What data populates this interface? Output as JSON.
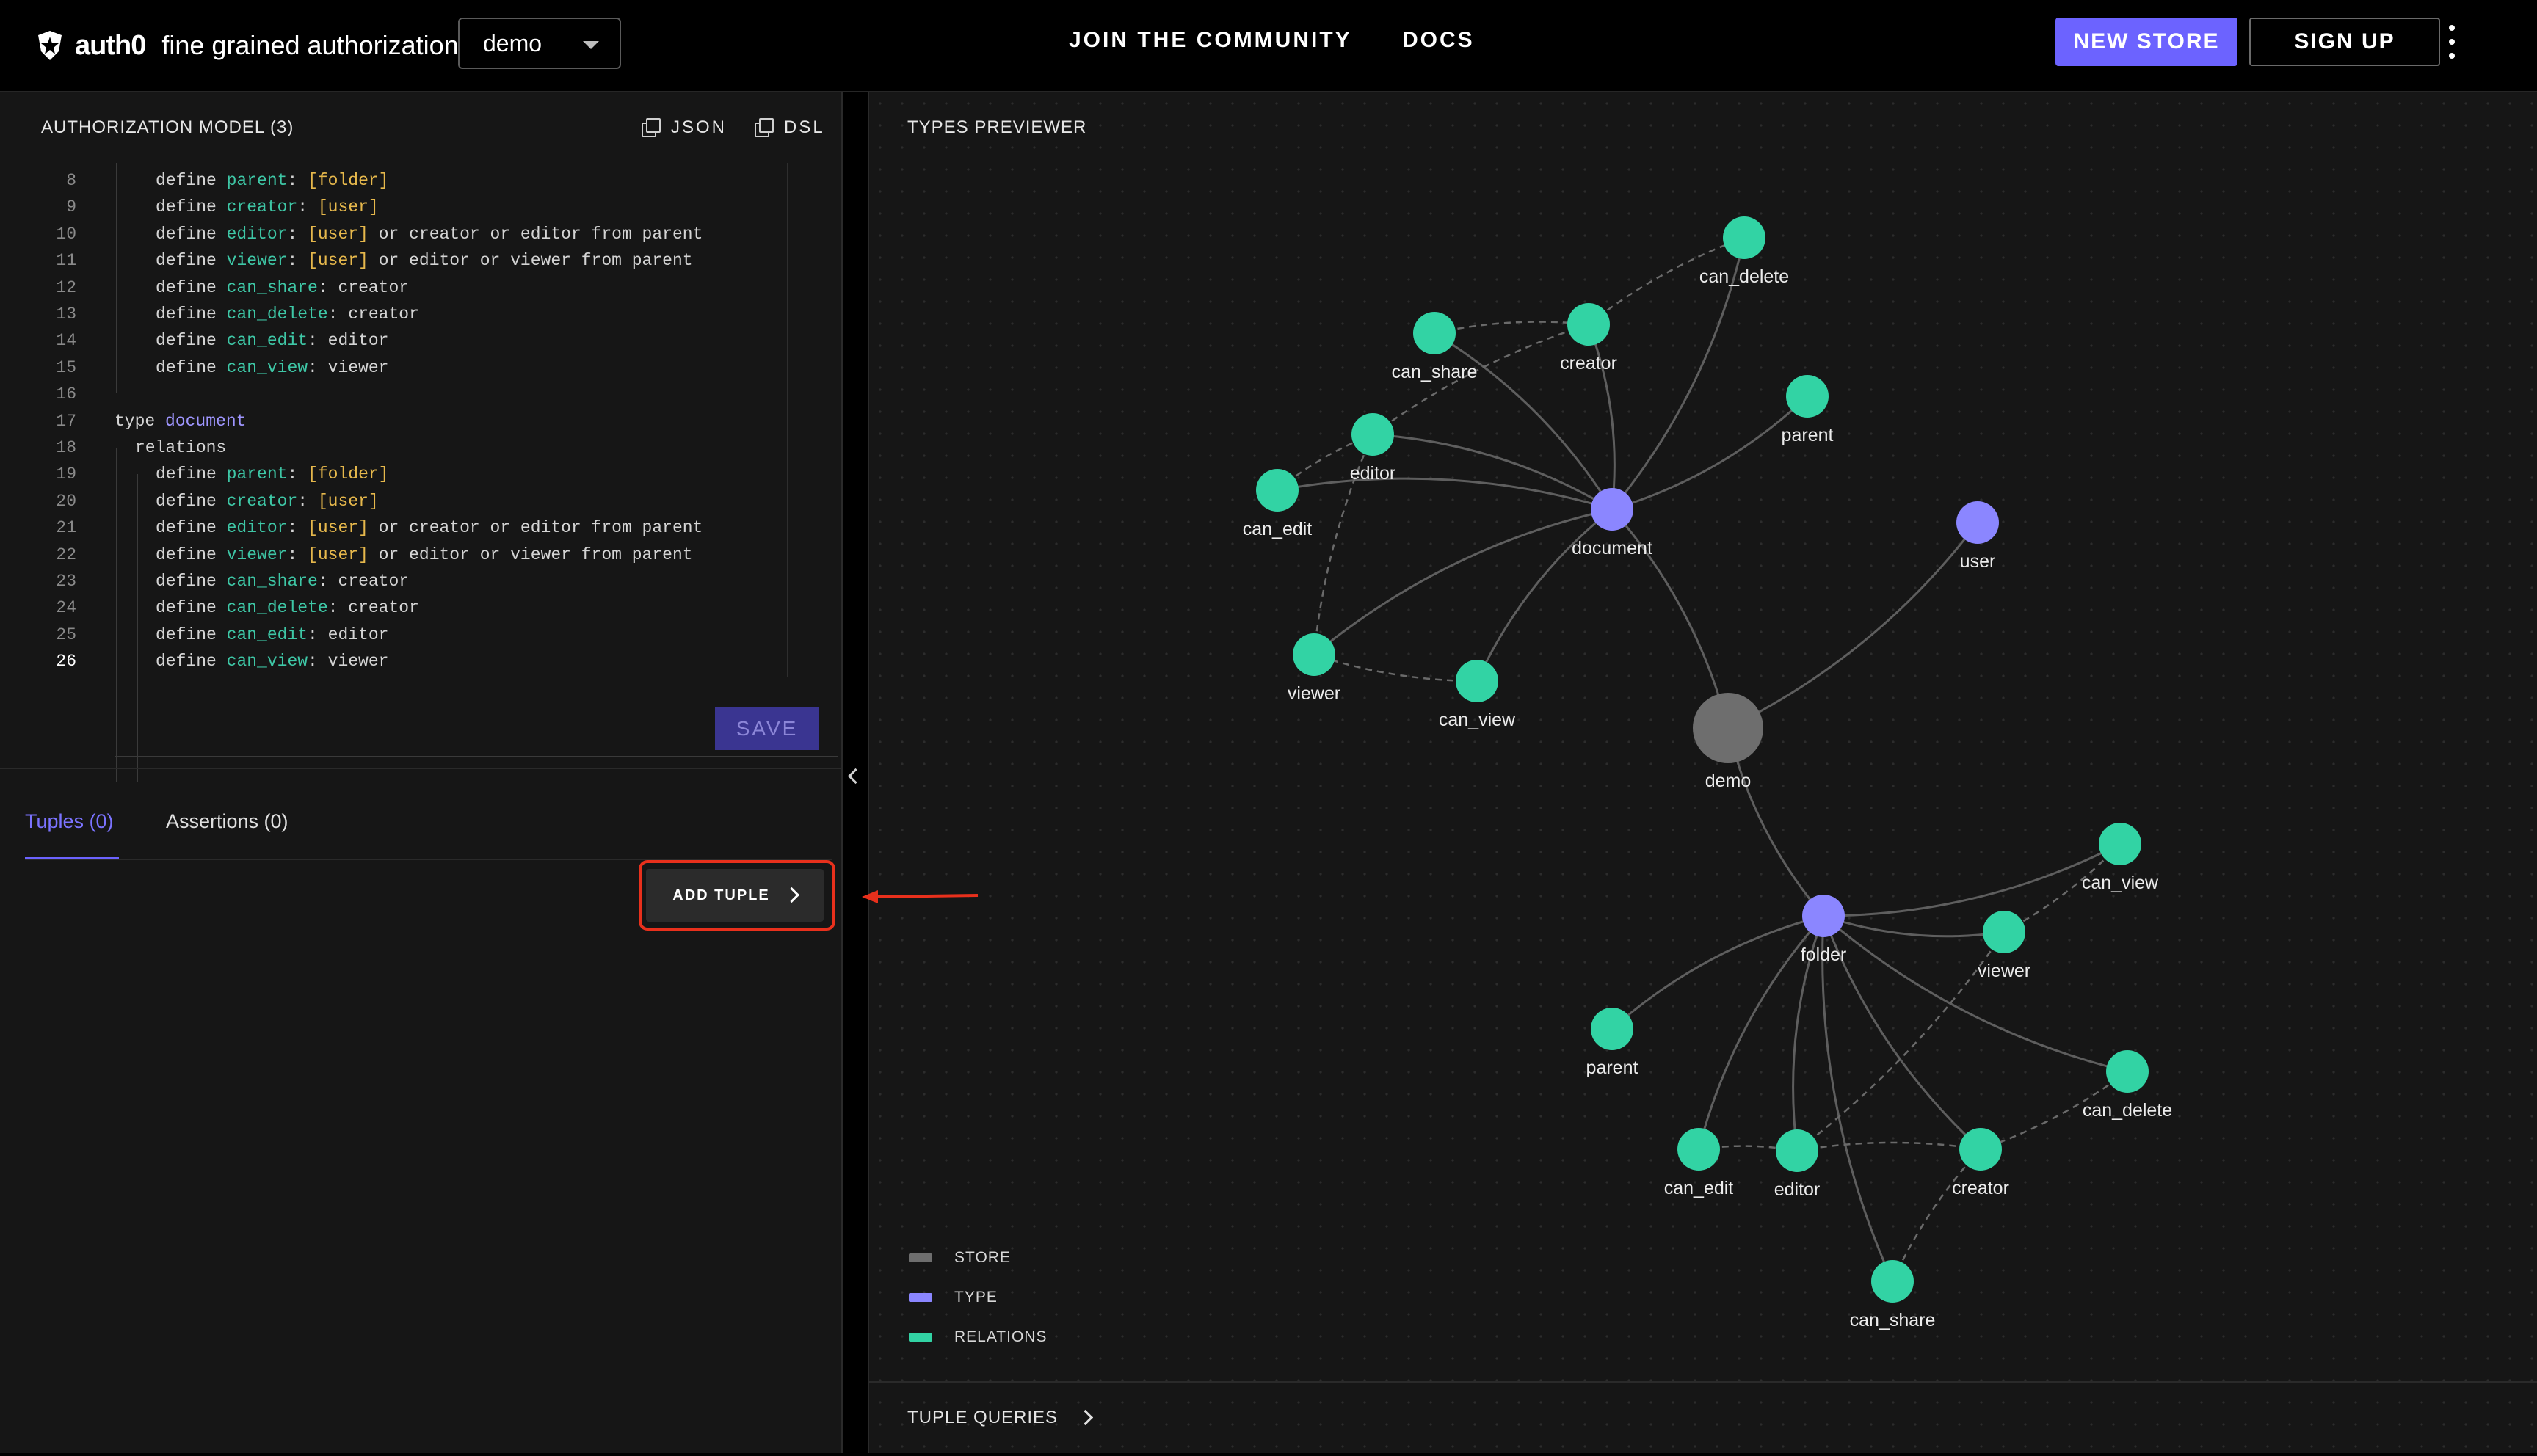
{
  "header": {
    "brand_name": "auth0",
    "brand_sub": "fine grained authorization",
    "store_selected": "demo",
    "nav": [
      "JOIN  THE COMMUNITY",
      "DOCS"
    ],
    "new_store_label": "NEW STORE",
    "sign_up_label": "SIGN UP"
  },
  "model_panel": {
    "title": "AUTHORIZATION MODEL (3)",
    "json_label": "JSON",
    "dsl_label": "DSL",
    "save_label": "SAVE",
    "code_lines": [
      {
        "n": "8",
        "t": "    define parent: [folder]"
      },
      {
        "n": "9",
        "t": "    define creator: [user]"
      },
      {
        "n": "10",
        "t": "    define editor: [user] or creator or editor from parent"
      },
      {
        "n": "11",
        "t": "    define viewer: [user] or editor or viewer from parent"
      },
      {
        "n": "12",
        "t": "    define can_share: creator"
      },
      {
        "n": "13",
        "t": "    define can_delete: creator"
      },
      {
        "n": "14",
        "t": "    define can_edit: editor"
      },
      {
        "n": "15",
        "t": "    define can_view: viewer"
      },
      {
        "n": "16",
        "t": ""
      },
      {
        "n": "17",
        "t": "type document"
      },
      {
        "n": "18",
        "t": "  relations"
      },
      {
        "n": "19",
        "t": "    define parent: [folder]"
      },
      {
        "n": "20",
        "t": "    define creator: [user]"
      },
      {
        "n": "21",
        "t": "    define editor: [user] or creator or editor from parent"
      },
      {
        "n": "22",
        "t": "    define viewer: [user] or editor or viewer from parent"
      },
      {
        "n": "23",
        "t": "    define can_share: creator"
      },
      {
        "n": "24",
        "t": "    define can_delete: creator"
      },
      {
        "n": "25",
        "t": "    define can_edit: editor"
      },
      {
        "n": "26",
        "t": "    define can_view: viewer"
      }
    ],
    "active_line": "26"
  },
  "bottom_panel": {
    "tabs": [
      "Tuples (0)",
      "Assertions (0)"
    ],
    "active_tab": "Tuples (0)",
    "add_tuple_label": "ADD TUPLE"
  },
  "previewer": {
    "title": "TYPES PREVIEWER",
    "legend": [
      {
        "label": "STORE",
        "color": "#6e6e6e"
      },
      {
        "label": "TYPE",
        "color": "#8b86ff"
      },
      {
        "label": "RELATIONS",
        "color": "#32d3a4"
      }
    ],
    "tuple_queries_label": "TUPLE QUERIES",
    "colors": {
      "store": "#6e6e6e",
      "type": "#8b86ff",
      "relation": "#32d3a4"
    },
    "nodes": [
      {
        "id": "demo",
        "label": "demo",
        "kind": "store"
      },
      {
        "id": "doc",
        "label": "document",
        "kind": "type"
      },
      {
        "id": "user",
        "label": "user",
        "kind": "type"
      },
      {
        "id": "folder",
        "label": "folder",
        "kind": "type"
      },
      {
        "id": "d_can_delete",
        "label": "can_delete",
        "kind": "relation"
      },
      {
        "id": "d_creator",
        "label": "creator",
        "kind": "relation"
      },
      {
        "id": "d_can_share",
        "label": "can_share",
        "kind": "relation"
      },
      {
        "id": "d_parent",
        "label": "parent",
        "kind": "relation"
      },
      {
        "id": "d_editor",
        "label": "editor",
        "kind": "relation"
      },
      {
        "id": "d_can_edit",
        "label": "can_edit",
        "kind": "relation"
      },
      {
        "id": "d_viewer",
        "label": "viewer",
        "kind": "relation"
      },
      {
        "id": "d_can_view",
        "label": "can_view",
        "kind": "relation"
      },
      {
        "id": "f_can_view",
        "label": "can_view",
        "kind": "relation"
      },
      {
        "id": "f_viewer",
        "label": "viewer",
        "kind": "relation"
      },
      {
        "id": "f_parent",
        "label": "parent",
        "kind": "relation"
      },
      {
        "id": "f_can_delete",
        "label": "can_delete",
        "kind": "relation"
      },
      {
        "id": "f_can_edit",
        "label": "can_edit",
        "kind": "relation"
      },
      {
        "id": "f_editor",
        "label": "editor",
        "kind": "relation"
      },
      {
        "id": "f_creator",
        "label": "creator",
        "kind": "relation"
      },
      {
        "id": "f_can_share",
        "label": "can_share",
        "kind": "relation"
      }
    ]
  }
}
